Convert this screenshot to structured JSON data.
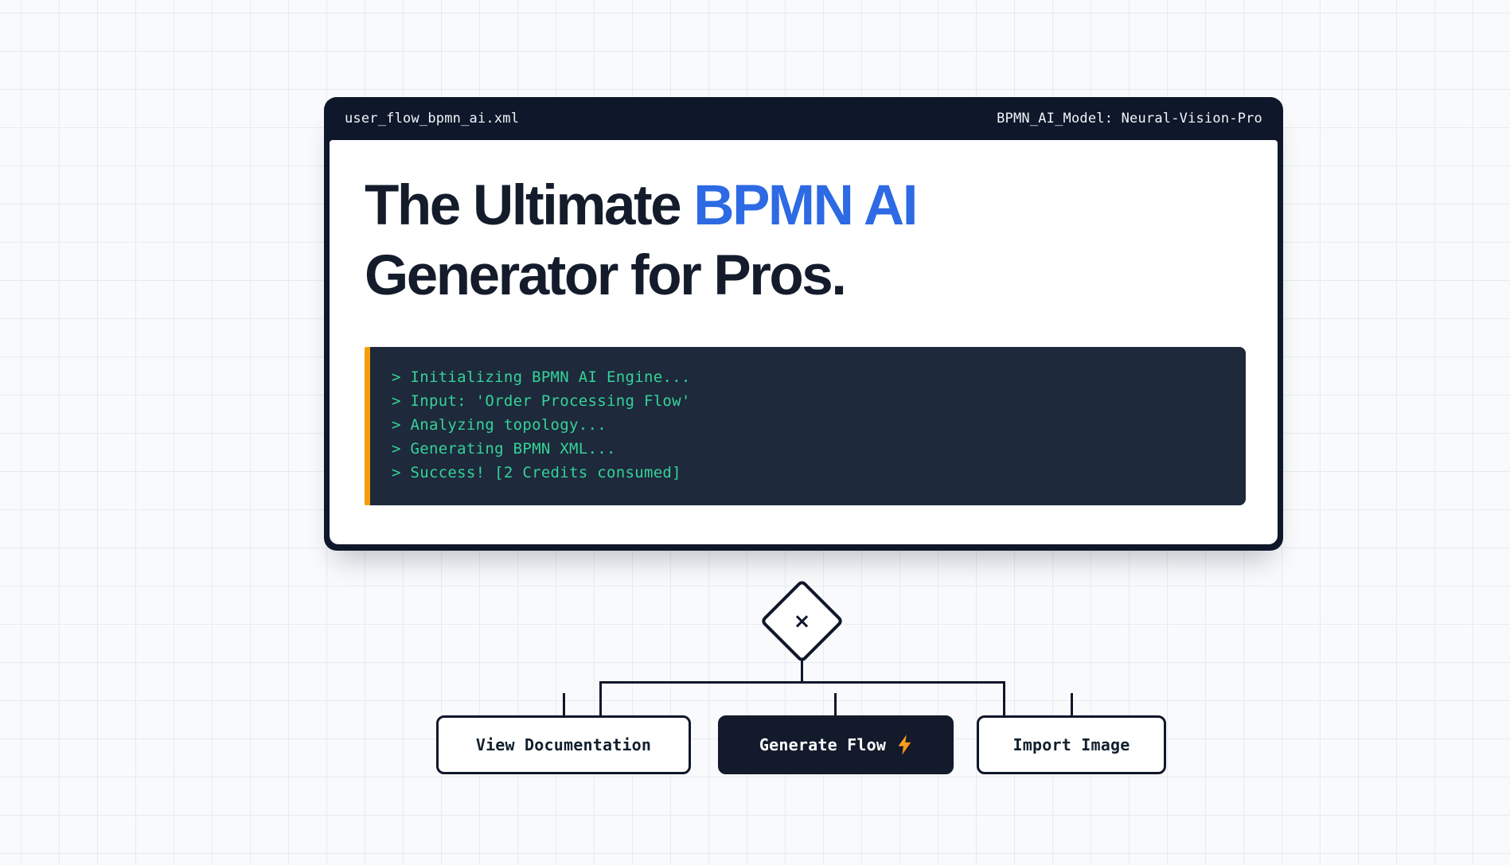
{
  "window": {
    "filename": "user_flow_bpmn_ai.xml",
    "model_label": "BPMN_AI_Model: Neural-Vision-Pro"
  },
  "hero": {
    "title_line1_prefix": "The Ultimate ",
    "title_highlight": "BPMN AI",
    "title_line2": "Generator for Pros."
  },
  "terminal": {
    "lines": [
      "> Initializing BPMN AI Engine...",
      "> Input: 'Order Processing Flow'",
      "> Analyzing topology...",
      "> Generating BPMN XML...",
      "> Success! [2 Credits consumed]"
    ]
  },
  "diagram": {
    "gateway_symbol": "×"
  },
  "buttons": {
    "view_docs": "View Documentation",
    "generate": "Generate Flow",
    "import": "Import Image"
  },
  "colors": {
    "navy": "#0f172a",
    "accent_blue": "#2d6ae3",
    "terminal_bg": "#1e293b",
    "terminal_green": "#34d399",
    "accent_orange": "#f59e0b",
    "bolt_gradient_start": "#fbbf24",
    "bolt_gradient_end": "#f97316",
    "page_bg": "#f8fafc",
    "grid_line": "#e7ebf2"
  }
}
